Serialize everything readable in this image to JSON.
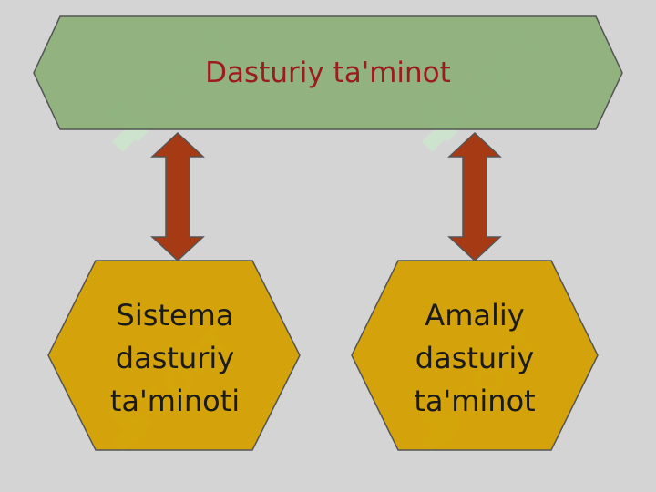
{
  "top_box": {
    "label": "Dasturiy ta'minot",
    "fill": "#8caf78",
    "text_color": "#9b1c1c"
  },
  "left_box": {
    "label": "Sistema\ndasturiy\nta'minoti",
    "fill": "#d4a000"
  },
  "right_box": {
    "label": "Amaliy\ndasturiy\nta'minot",
    "fill": "#d4a000"
  },
  "arrows": {
    "fill": "#a53a14",
    "count": 2,
    "direction": "bidirectional-vertical"
  },
  "watermark": {
    "text": "SOFT",
    "color": "#c9f0c9"
  },
  "background": "#d4d4d4"
}
